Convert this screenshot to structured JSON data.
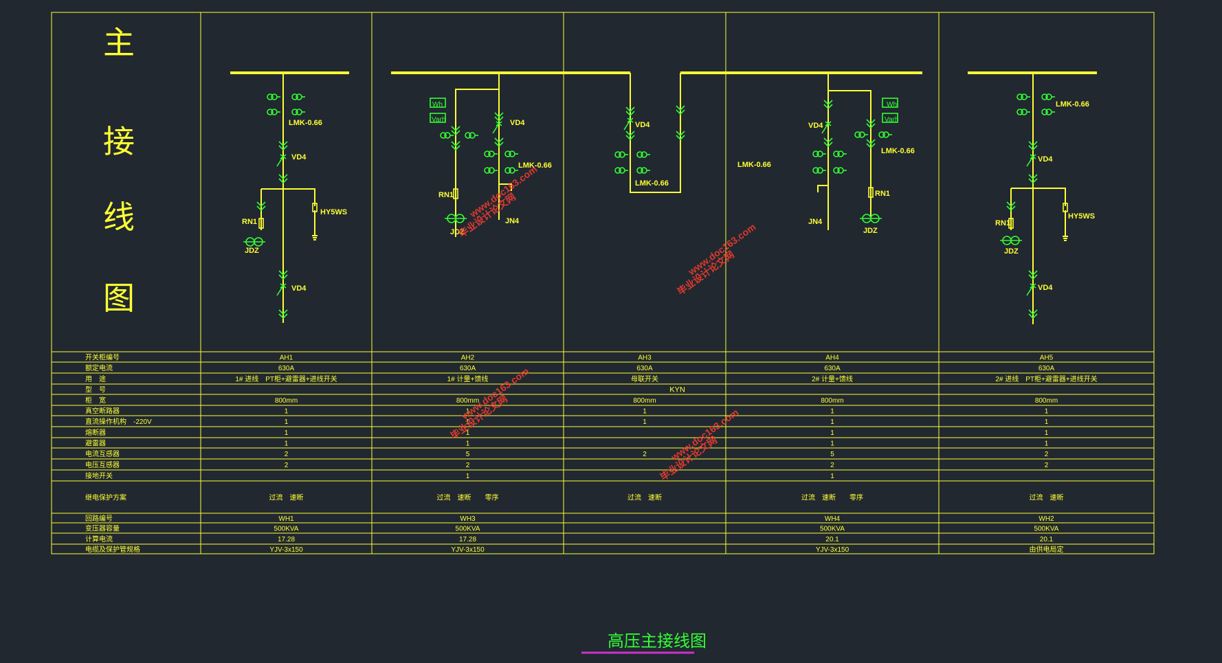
{
  "side_title": [
    "主",
    "接",
    "线",
    "图"
  ],
  "diagram_labels": {
    "c1_lmk": "LMK-0.66",
    "c1_vd4a": "VD4",
    "c1_hy": "HY5WS",
    "c1_rn1": "RN1",
    "c1_jdz": "JDZ",
    "c1_vd4b": "VD4",
    "c2_wh": "Wh",
    "c2_varh": "Varh",
    "c2_vd4": "VD4",
    "c2_lmk": "LMK-0.66",
    "c2_rn1": "RN1",
    "c2_jdz": "JDZ",
    "c2_jn4": "JN4",
    "c3_vd4": "VD4",
    "c3_lmk": "LMK-0.66",
    "c4_lmk_left": "LMK-0.66",
    "c4_vd4": "VD4",
    "c4_wh": "Wh",
    "c4_varh": "Varh",
    "c4_lmk": "LMK-0.66",
    "c4_rn1": "RN1",
    "c4_jn4": "JN4",
    "c4_jdz": "JDZ",
    "c5_lmk": "LMK-0.66",
    "c5_vd4a": "VD4",
    "c5_hy": "HY5WS",
    "c5_rn1": "RN1",
    "c5_jdz": "JDZ",
    "c5_vd4b": "VD4"
  },
  "table": {
    "rows": [
      {
        "label": "开关柜编号",
        "cells": [
          "AH1",
          "AH2",
          "AH3",
          "AH4",
          "AH5"
        ]
      },
      {
        "label": "额定电流",
        "cells": [
          "630A",
          "630A",
          "630A",
          "630A",
          "630A"
        ]
      },
      {
        "label": "用　途",
        "cells": [
          "1# 进线　PT柜+避雷器+进线开关",
          "1# 计量+馈线",
          "母联开关",
          "2# 计量+馈线",
          "2# 进线　PT柜+避雷器+进线开关"
        ]
      },
      {
        "label": "型　号",
        "merged": "KYN"
      },
      {
        "label": "柜　宽",
        "cells": [
          "800mm",
          "800mm",
          "800mm",
          "800mm",
          "800mm"
        ]
      },
      {
        "label": "真空断路器",
        "cells": [
          "1",
          "1",
          "1",
          "1",
          "1"
        ]
      },
      {
        "label": "直流操作机构　-220V",
        "cells": [
          "1",
          "1",
          "1",
          "1",
          "1"
        ]
      },
      {
        "label": "熔断器",
        "cells": [
          "1",
          "1",
          "",
          "1",
          "1"
        ]
      },
      {
        "label": "避雷器",
        "cells": [
          "1",
          "1",
          "",
          "1",
          "1"
        ]
      },
      {
        "label": "电流互感器",
        "cells": [
          "2",
          "5",
          "2",
          "5",
          "2"
        ]
      },
      {
        "label": "电压互感器",
        "cells": [
          "2",
          "2",
          "",
          "2",
          "2"
        ]
      },
      {
        "label": "接地开关",
        "cells": [
          "",
          "1",
          "",
          "1",
          ""
        ]
      },
      {
        "label": "继电保护方案",
        "cells": [
          "过流　速断",
          "过流　速断　　零序",
          "过流　速断",
          "过流　速断　　零序",
          "过流　速断"
        ]
      },
      {
        "label": "回路编号",
        "cells": [
          "WH1",
          "WH3",
          "",
          "WH4",
          "WH2"
        ]
      },
      {
        "label": "变压器容量",
        "cells": [
          "500KVA",
          "500KVA",
          "",
          "500KVA",
          "500KVA"
        ]
      },
      {
        "label": "计算电流",
        "cells": [
          "17.28",
          "17.28",
          "",
          "20.1",
          "20.1"
        ]
      },
      {
        "label": "电缆及保护管规格",
        "cells": [
          "YJV-3x150",
          "YJV-3x150",
          "",
          "YJV-3x150",
          "由供电局定"
        ]
      }
    ]
  },
  "drawing_title": "高压主接线图",
  "watermarks": [
    "毕业设计论文网",
    "www.doc163.com"
  ],
  "colors": {
    "background": "#212830",
    "lines": "#ffff33",
    "symbols": "#33ff33",
    "title": "#33ff33",
    "underline": "#cc33cc",
    "watermark": "#ff3d2e"
  }
}
